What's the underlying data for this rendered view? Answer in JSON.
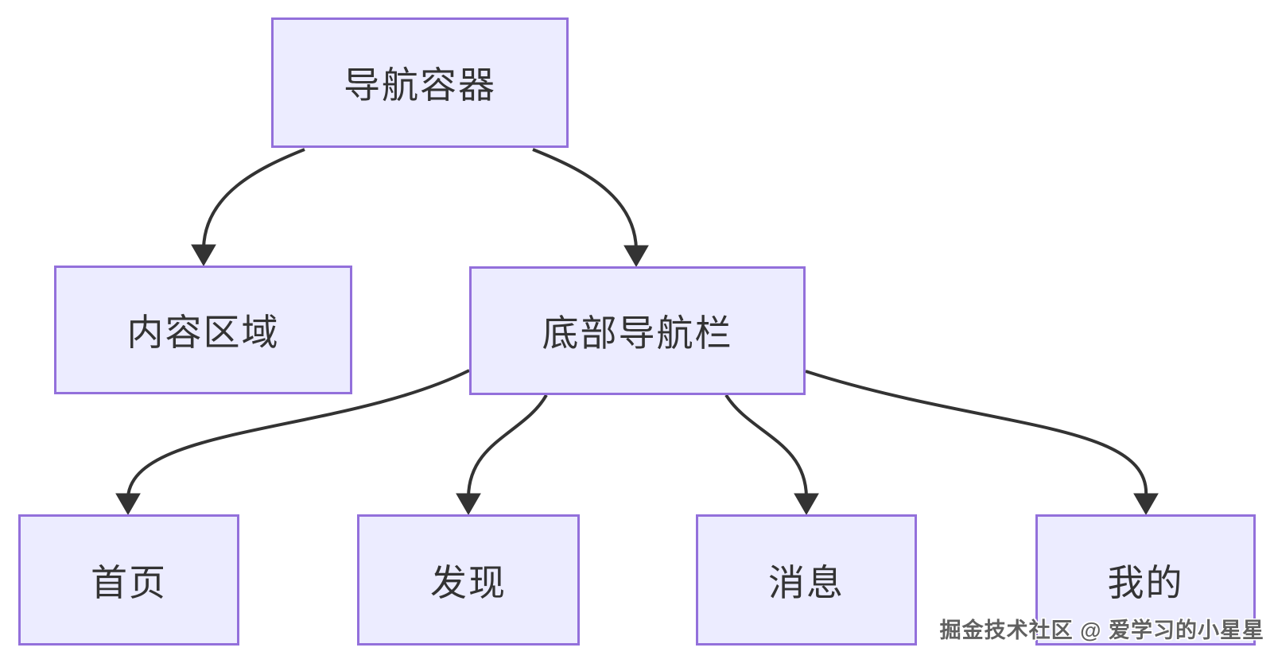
{
  "diagram": {
    "type": "flowchart-top-down",
    "nodes": {
      "nav_container": {
        "label": "导航容器"
      },
      "content_area": {
        "label": "内容区域"
      },
      "bottom_navbar": {
        "label": "底部导航栏"
      },
      "home": {
        "label": "首页"
      },
      "discover": {
        "label": "发现"
      },
      "messages": {
        "label": "消息"
      },
      "mine": {
        "label": "我的"
      }
    },
    "edges": [
      {
        "from": "导航容器",
        "to": "内容区域"
      },
      {
        "from": "导航容器",
        "to": "底部导航栏"
      },
      {
        "from": "底部导航栏",
        "to": "首页"
      },
      {
        "from": "底部导航栏",
        "to": "发现"
      },
      {
        "from": "底部导航栏",
        "to": "消息"
      },
      {
        "from": "底部导航栏",
        "to": "我的"
      }
    ],
    "colors": {
      "node_fill": "#ECECFF",
      "node_border": "#9370DB",
      "edge_stroke": "#333333",
      "text": "#333333",
      "background": "#FFFFFF"
    }
  },
  "watermark": {
    "text": "掘金技术社区 @ 爱学习的小星星"
  }
}
